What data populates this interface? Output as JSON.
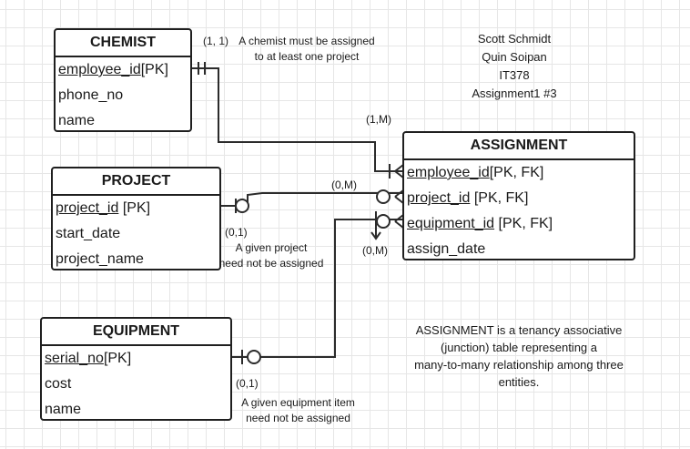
{
  "entities": {
    "chemist": {
      "title": "CHEMIST",
      "attrs": [
        {
          "name": "employee_id",
          "suffix": "[PK]"
        },
        {
          "name": "phone_no",
          "suffix": ""
        },
        {
          "name": "name",
          "suffix": ""
        }
      ]
    },
    "project": {
      "title": "PROJECT",
      "attrs": [
        {
          "name": "project_id",
          "suffix": " [PK]"
        },
        {
          "name": "start_date",
          "suffix": ""
        },
        {
          "name": "project_name",
          "suffix": ""
        }
      ]
    },
    "equipment": {
      "title": "EQUIPMENT",
      "attrs": [
        {
          "name": "serial_no",
          "suffix": "[PK]"
        },
        {
          "name": "cost",
          "suffix": ""
        },
        {
          "name": "name",
          "suffix": ""
        }
      ]
    },
    "assignment": {
      "title": "ASSIGNMENT",
      "attrs": [
        {
          "name": "employee_id",
          "suffix": "[PK, FK]"
        },
        {
          "name": "project_id",
          "suffix": " [PK, FK]"
        },
        {
          "name": "equipment_id",
          "suffix": " [PK, FK]"
        },
        {
          "name": "assign_date",
          "suffix": ""
        }
      ]
    }
  },
  "cardinalities": {
    "chemist_side": "(1, 1)",
    "assignment_chemist_side": "(1,M)",
    "assignment_project_side": "(0,M)",
    "project_side": "(0,1)",
    "equipment_side": "(0,1)",
    "assignment_equipment_side": "(0,M)"
  },
  "notes": {
    "chemist": [
      "A chemist must be assigned",
      "to at least one project"
    ],
    "project": [
      "A given project",
      "need not be assigned"
    ],
    "equipment": [
      "A given equipment item",
      "need not be assigned"
    ]
  },
  "author_block": [
    "Scott Schmidt",
    "Quin Soipan",
    "IT378",
    "Assignment1 #3"
  ],
  "description": [
    "ASSIGNMENT is a tenancy associative",
    "(junction) table representing a",
    "many-to-many relationship among three",
    "entities."
  ],
  "colors": {
    "line": "#2b2b2b",
    "border": "#1f1f1f",
    "grid": "#e6e6e6"
  }
}
